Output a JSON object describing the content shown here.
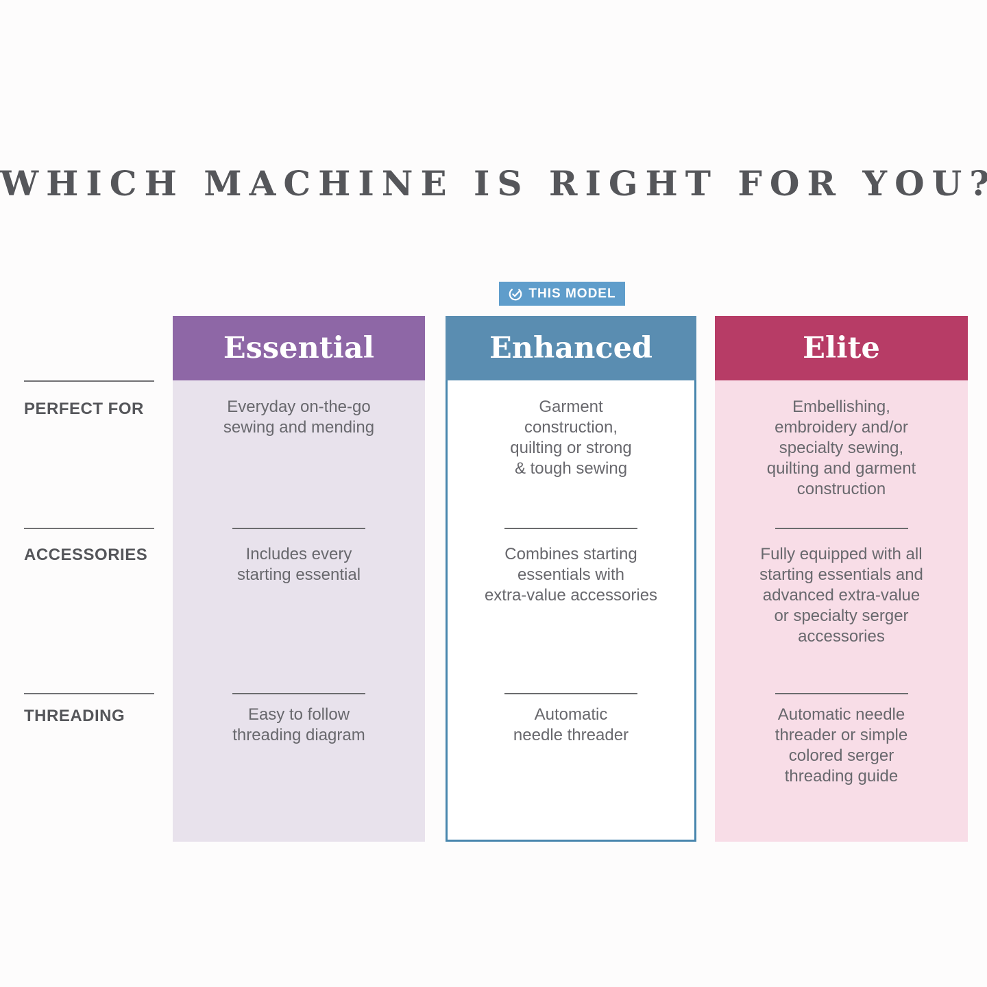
{
  "page": {
    "title": "WHICH MACHINE IS RIGHT FOR YOU?",
    "badge": {
      "label": "THIS MODEL",
      "icon": "check-circle-icon",
      "bg_color": "#5f9dcb",
      "text_color": "#ffffff"
    }
  },
  "rows": [
    {
      "label": "PERFECT FOR"
    },
    {
      "label": "ACCESSORIES"
    },
    {
      "label": "THREADING"
    }
  ],
  "columns": [
    {
      "name": "Essential",
      "header_color": "#8e67a6",
      "body_color": "#e8e2ec",
      "highlighted": false,
      "cells": {
        "perfect_for": "Everyday on-the-go\nsewing and mending",
        "accessories": "Includes every\nstarting essential",
        "threading": "Easy to follow\nthreading diagram"
      }
    },
    {
      "name": "Enhanced",
      "header_color": "#5a8db1",
      "body_color": "#ffffff",
      "border_color": "#4886ad",
      "highlighted": true,
      "cells": {
        "perfect_for": "Garment\nconstruction,\nquilting or strong\n& tough sewing",
        "accessories": "Combines starting\nessentials with\nextra-value accessories",
        "threading": "Automatic\nneedle threader"
      }
    },
    {
      "name": "Elite",
      "header_color": "#b73c66",
      "body_color": "#f8dde7",
      "highlighted": false,
      "cells": {
        "perfect_for": "Embellishing,\nembroidery and/or\nspecialty sewing,\nquilting and garment\nconstruction",
        "accessories": "Fully equipped with all\nstarting essentials and\nadvanced extra-value\nor specialty serger\naccessories",
        "threading": "Automatic needle\nthreader or simple\ncolored serger\nthreading guide"
      }
    }
  ]
}
